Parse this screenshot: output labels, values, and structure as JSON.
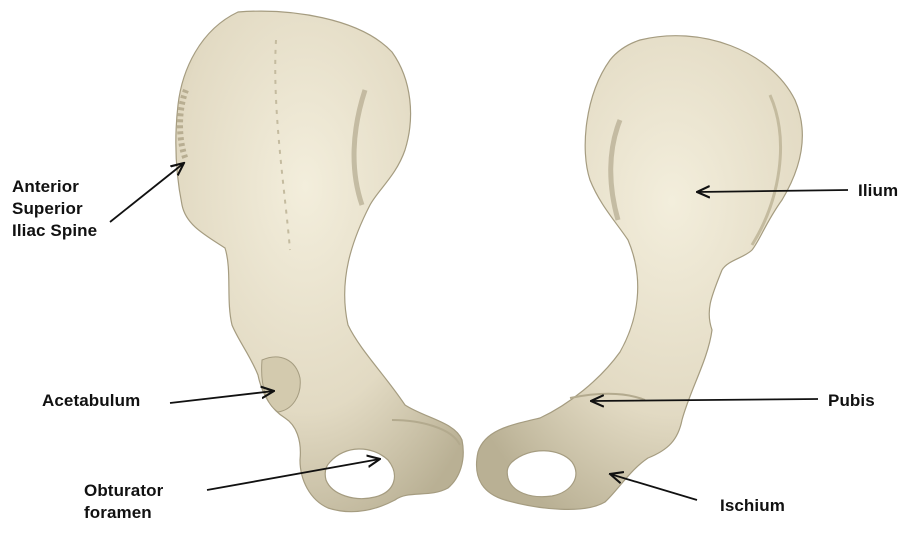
{
  "labels": {
    "asis": [
      "Anterior",
      "Superior",
      "Iliac Spine"
    ],
    "ilium": "Ilium",
    "acetabulum": "Acetabulum",
    "pubis": "Pubis",
    "obturator": [
      "Obturator",
      "foramen"
    ],
    "ischium": "Ischium"
  },
  "colors": {
    "bone_light": "#ece6d2",
    "bone_mid": "#d9d1b8",
    "bone_shadow": "#a59c80",
    "arrow": "#111111",
    "background": "#ffffff"
  }
}
